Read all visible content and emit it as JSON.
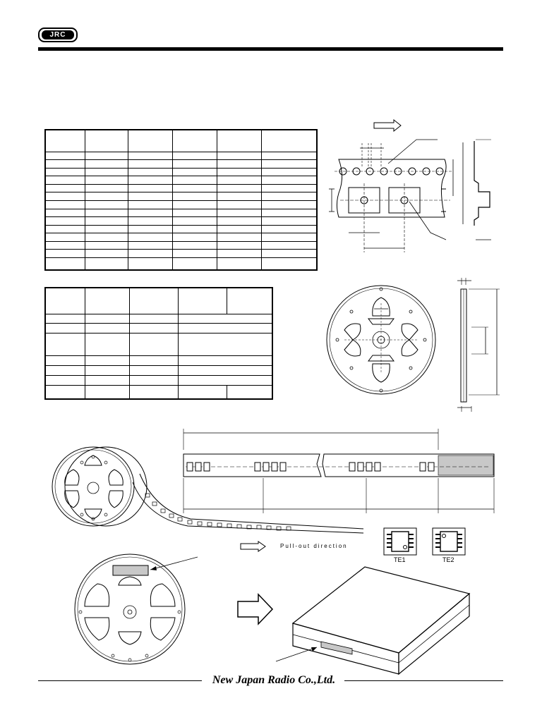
{
  "header": {
    "logo_text": "JRC"
  },
  "footer": {
    "brand": "New Japan Radio Co.,Ltd."
  },
  "pull_out": {
    "label": "Pull-out direction"
  },
  "packages": [
    {
      "label": "TE1"
    },
    {
      "label": "TE2"
    }
  ]
}
